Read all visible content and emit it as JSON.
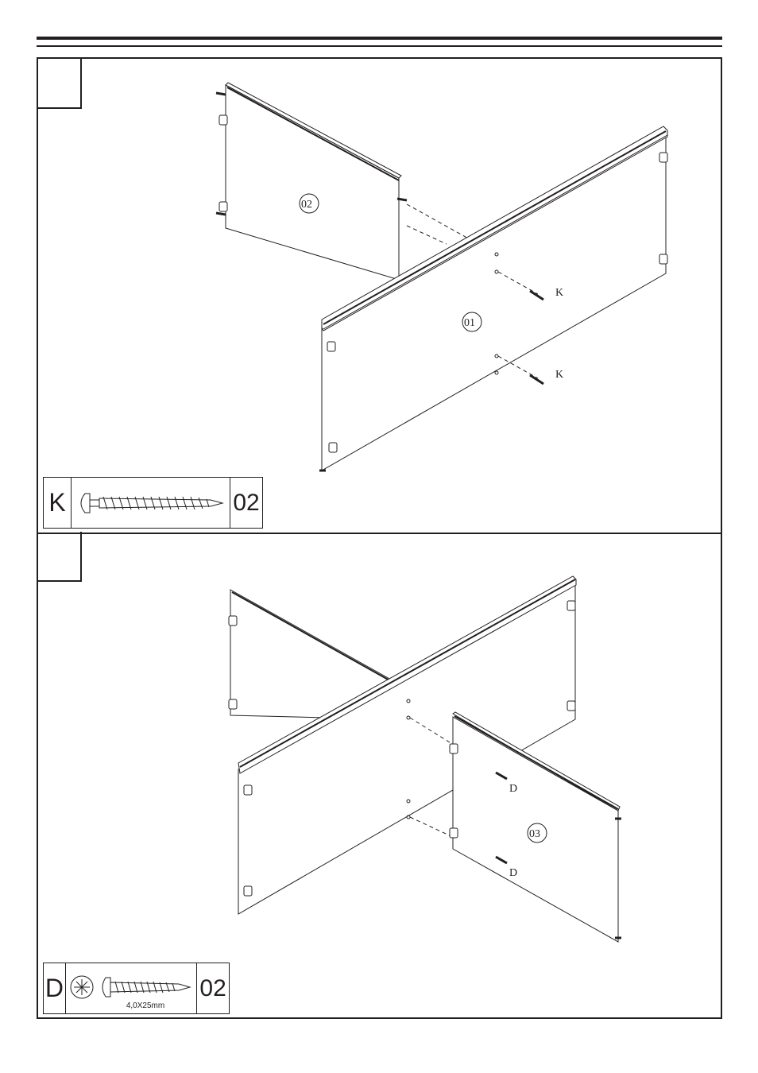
{
  "steps": [
    {
      "parts": {
        "panel_a": "02",
        "panel_b": "01"
      },
      "screw_callouts": [
        "K",
        "K"
      ],
      "legend": {
        "letter": "K",
        "quantity": "02",
        "icon": "screw-flat-head-icon"
      }
    },
    {
      "parts": {
        "panel_c": "03"
      },
      "screw_callouts": [
        "D",
        "D"
      ],
      "legend": {
        "letter": "D",
        "quantity": "02",
        "size": "4,0X25mm",
        "icon": "screw-pan-head-icon",
        "drive": "pozidriv-icon"
      }
    }
  ]
}
